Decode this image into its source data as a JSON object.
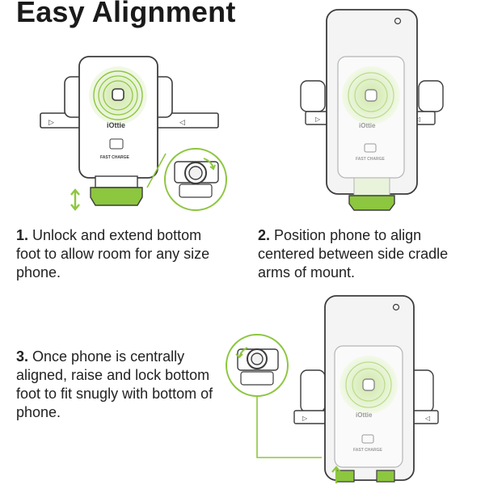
{
  "title": "Easy Alignment",
  "brand_text": "iOttie",
  "badge_text": "FAST CHARGE",
  "colors": {
    "accent": "#8dc63f",
    "outline": "#3c3c3c",
    "phone_fill": "#f1f1f1"
  },
  "steps": [
    {
      "number": "1.",
      "text": "Unlock and extend bottom foot to allow room for any size phone."
    },
    {
      "number": "2.",
      "text": "Position phone to align centered between side cradle arms of mount."
    },
    {
      "number": "3.",
      "text": "Once phone is centrally aligned, raise and lock bottom foot to fit snugly with bottom of phone."
    }
  ]
}
